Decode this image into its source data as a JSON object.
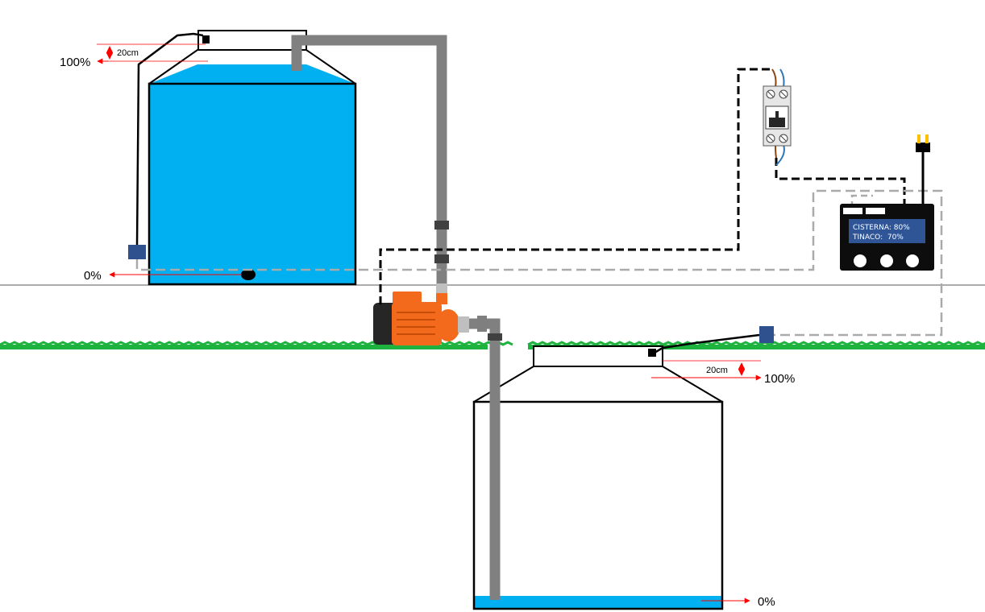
{
  "tinaco": {
    "level_full_label": "100%",
    "level_empty_label": "0%",
    "sensor_gap_label": "20cm"
  },
  "cisterna": {
    "level_full_label": "100%",
    "level_empty_label": "0%",
    "sensor_gap_label": "20cm"
  },
  "controller": {
    "display_line_1": "CISTERNA: 80%",
    "display_line_2": "TINACO:  70%",
    "button_count": 3
  },
  "colors": {
    "water": "#00b0f0",
    "pipe": "#808080",
    "pump": "#f46a1c",
    "sensor": "#2f528f",
    "grass": "#1db33e",
    "control_wire": "#aaaaaa",
    "power_wire": "#000000",
    "arrow": "#ff0000"
  }
}
